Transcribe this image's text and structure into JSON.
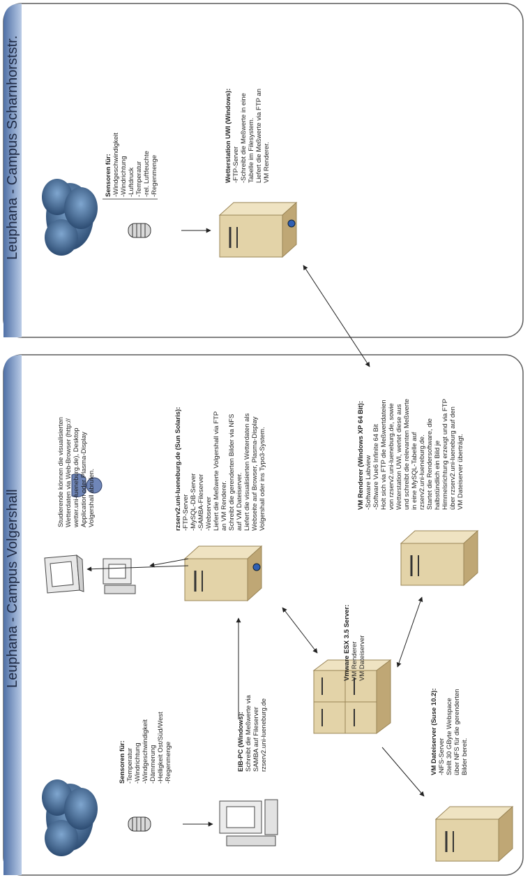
{
  "panels": {
    "top": {
      "title": "Leuphana - Campus Scharnhorststr."
    },
    "bottom": {
      "title": "Leuphana - Campus Volgershall"
    }
  },
  "blocks": {
    "sensors_top": {
      "heading": "Sensoren für:",
      "lines": [
        "-Windgeschwindigkeit",
        "-Windrichtung",
        "-Luftdruck",
        "-Temperatur",
        "-rel. Luftfeuchte",
        "-Regenmenge"
      ]
    },
    "wetterstation": {
      "heading": "Wetterstation UWI (Windows):",
      "lines": [
        "-FTP-Server",
        "-Schreibt die Meßwerte in eine",
        "Tabelle im Filesystem.",
        "Liefert die Meßwerte via FTP an",
        "VM Renderer."
      ]
    },
    "studierende": {
      "heading": "",
      "lines": [
        "Studierende können die visualisierten",
        "Wetterdaten via Web-Browser (http://",
        "wetter.uni-lueneburg.de), Desktop",
        "Application oder Plasma-Display",
        "Volgershall abrufen."
      ]
    },
    "rzserv": {
      "heading": "rzserv2.uni-lueneburg.de (Sun Solaris):",
      "lines": [
        "-FTP-Server",
        "-MySQL-DB-Server",
        "-SAMBA-Fileserver",
        "-Webserver",
        "Liefert die Meßwerte Volgershall via FTP",
        "an VM Renderer.",
        "Schreibt die gerenderten Bilder via NFS",
        "auf VM Dateiserver.",
        "Liefert die visualisierten Wetterdaten als",
        "Webseite auf Browser, Plasma-Display",
        "Volgershall oder ins Typo3-System."
      ]
    },
    "vm_renderer": {
      "heading": "VM Renderer (Windows XP 64 Bit):",
      "lines": [
        "-Software Labview",
        "-Software Vue6 Infinite 64 Bit",
        "Holt sich via FTP die Meßwertdateien",
        "von rzserv2.uni-lueneburg.de, sowie",
        "Wetterstation UWI, wertet diese aus",
        "und schreibt die relevanten Meßwerte",
        "in eine MySQL-Tabelle auf",
        "rzserv2.uni-lueneburg.de.",
        "Startet die Rendersoftware, die",
        "halbstündlich ein Bild je",
        "Himmelsrichtung erzeugt und via FTP",
        "über rzserv2.uni-lueneburg auf den",
        "VM Dateiserver überträgt."
      ]
    },
    "sensors_bottom": {
      "heading": "Sensoren für:",
      "lines": [
        "-Temperatur",
        "-Windrichtung",
        "-Windgeschwindigkeit",
        "-Dämmerung",
        "-Helligkeit Ost/Süd/West",
        "-Regenmenge"
      ]
    },
    "eib_pc": {
      "heading": "EIB-PC (Windows):",
      "lines": [
        "Schreibt die Meßwerte via",
        "SAMBA auf Fileserver",
        "rzserv2.uni-lueneburg.de"
      ]
    },
    "vmware": {
      "heading": "Vmware ESX 3.5 Server:",
      "lines": [
        "VM Renderer",
        "VM Dateiserver"
      ]
    },
    "vm_dateiserver": {
      "heading": "VM Dateiserver (Suse 10.2):",
      "lines": [
        "-NFS-Server",
        "Stellt 30 GByte Webspace",
        "über NFS für die gerenderten",
        "Bilder bereit."
      ]
    }
  },
  "colors": {
    "panel_bar": "#6f8fbf",
    "panel_border": "#5a5a5a",
    "server_body": "#e3d3a8",
    "server_shade": "#bfa775",
    "cloud": "#2c4f7a",
    "person": "#6f86b8"
  },
  "icons": [
    "cloud-icon",
    "sensor-icon",
    "server-icon",
    "workstation-icon",
    "monitor-icon",
    "person-icon",
    "blade-server-icon"
  ]
}
